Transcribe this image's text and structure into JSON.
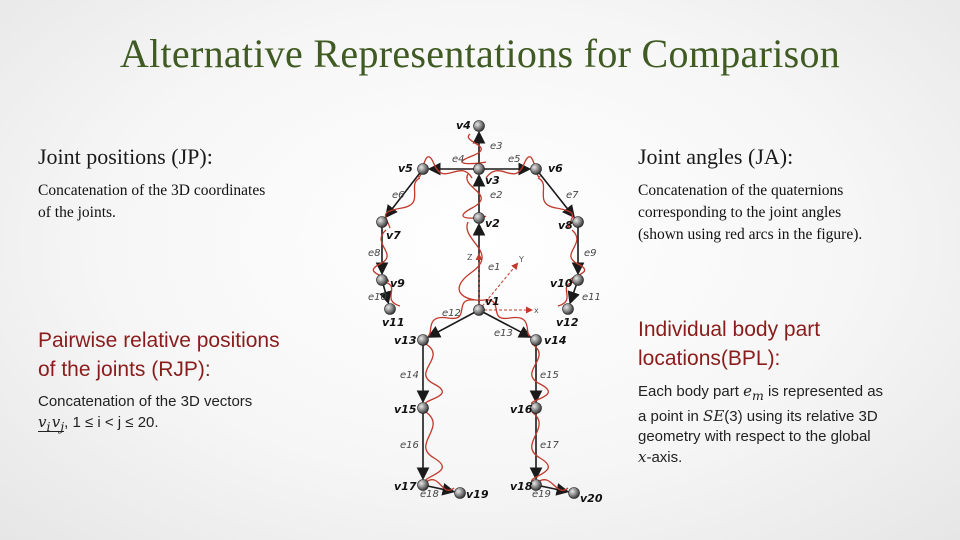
{
  "title": "Alternative Representations for Comparison",
  "jp": {
    "heading": "Joint positions (JP):",
    "line1": "Concatenation of the 3D coordinates",
    "line2": "of the joints."
  },
  "ja": {
    "heading": "Joint angles (JA):",
    "line1": "Concatenation of the quaternions",
    "line2": "corresponding to the joint angles",
    "line3": "(shown using red arcs in the figure)."
  },
  "rjp": {
    "heading_line1": "Pairwise relative positions",
    "heading_line2": "of the joints (RJP):",
    "line1": "Concatenation of the 3D vectors",
    "vec_vi": "v",
    "vec_i": "i",
    "vec_vj": "v",
    "vec_j": "j",
    "condition": ",  1  ≤ i  < j ≤ 20."
  },
  "bpl": {
    "heading_line1": "Individual body part",
    "heading_line2": "locations(BPL):",
    "line1_a": "Each body part ",
    "line1_em": "e",
    "line1_m": "m",
    "line1_b": " is represented as",
    "line2_a": "a point in ",
    "line2_se": "SE",
    "line2_b": "(3) using its relative 3D",
    "line3": "geometry with respect to the global",
    "line4_x": "x",
    "line4_b": "-axis."
  },
  "skeleton": {
    "joint_labels": [
      "v1",
      "v2",
      "v3",
      "v4",
      "v5",
      "v6",
      "v7",
      "v8",
      "v9",
      "v10",
      "v11",
      "v12",
      "v13",
      "v14",
      "v15",
      "v16",
      "v17",
      "v18",
      "v19",
      "v20"
    ],
    "edge_labels": [
      "e1",
      "e2",
      "e3",
      "e4",
      "e5",
      "e6",
      "e7",
      "e8",
      "e9",
      "e10",
      "e11",
      "e12",
      "e13",
      "e14",
      "e15",
      "e16",
      "e17",
      "e18",
      "e19"
    ],
    "axis_labels": {
      "x": "x",
      "y": "Y",
      "z": "Z"
    },
    "colors": {
      "bone": "#1a1a1a",
      "joint": "#5a5a5a",
      "arc": "#c0392b",
      "axis": "#c0392b"
    }
  }
}
